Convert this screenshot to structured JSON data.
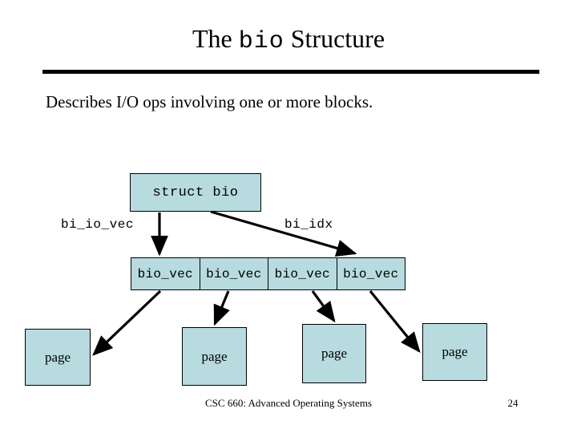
{
  "slide": {
    "title_prefix": "The ",
    "title_mono": "bio",
    "title_suffix": " Structure",
    "subtitle": "Describes I/O ops involving one or more blocks.",
    "footer": "CSC 660: Advanced Operating Systems",
    "page_number": "24",
    "colors": {
      "node_fill": "#b7dbdf",
      "node_border": "#000000",
      "text": "#000000",
      "background": "#ffffff"
    }
  },
  "diagram": {
    "struct_node": {
      "label": "struct bio"
    },
    "edge_labels": {
      "bi_io_vec": "bi_io_vec",
      "bi_idx": "bi_idx"
    },
    "biovec_cells": [
      {
        "label": "bio_vec"
      },
      {
        "label": "bio_vec"
      },
      {
        "label": "bio_vec"
      },
      {
        "label": "bio_vec"
      }
    ],
    "page_nodes": [
      {
        "label": "page"
      },
      {
        "label": "page"
      },
      {
        "label": "page"
      },
      {
        "label": "page"
      }
    ]
  }
}
